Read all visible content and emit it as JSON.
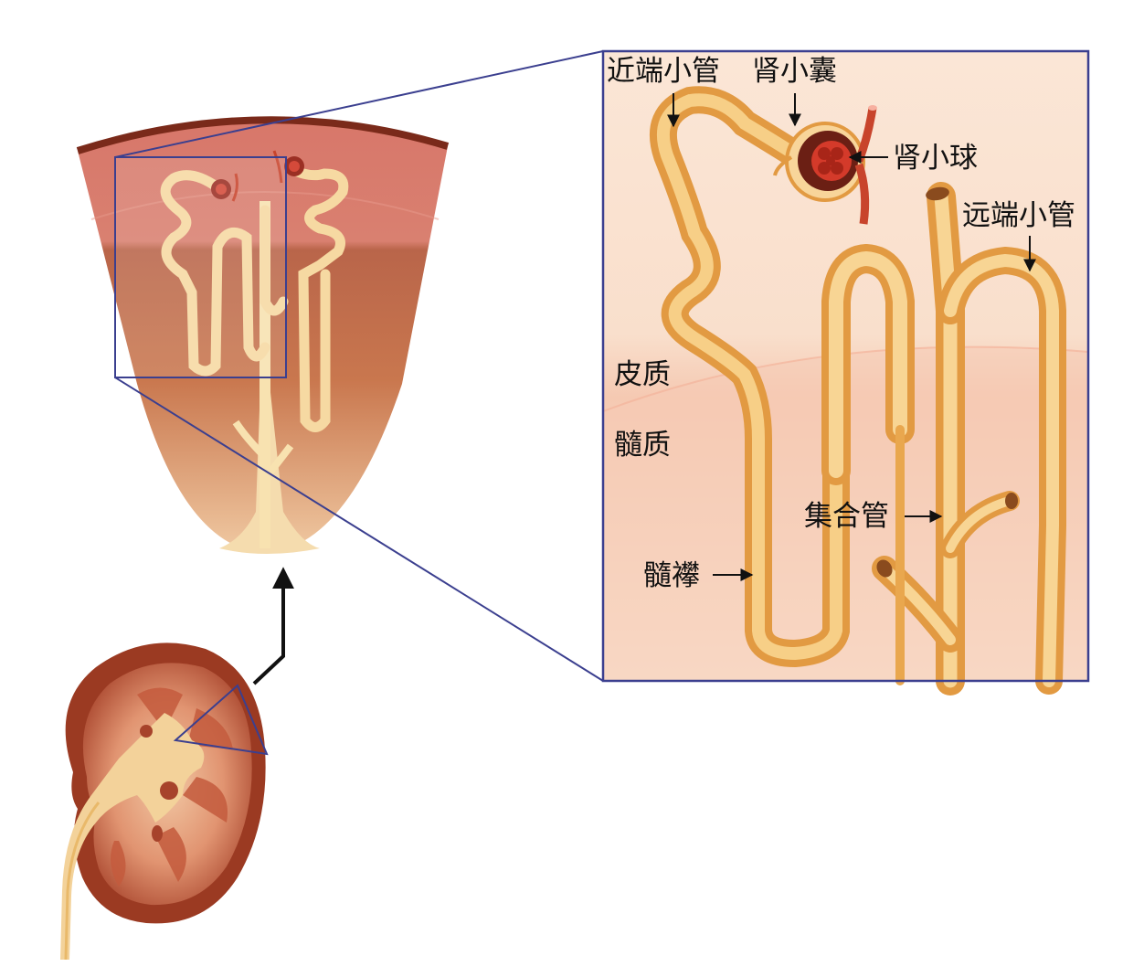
{
  "labels": {
    "proximal_tubule": "近端小管",
    "renal_capsule": "肾小囊",
    "glomerulus": "肾小球",
    "distal_tubule": "远端小管",
    "cortex": "皮质",
    "medulla": "髓质",
    "collecting_duct": "集合管",
    "loop_of_henle": "髓襻"
  },
  "colors": {
    "frame": "#3b3f8f",
    "tubule": "#e9a74e",
    "tubule_light": "#f6d79a",
    "cortex": "#f9e0cc",
    "medulla": "#f3c3a8",
    "kidney_outer": "#9b3a22",
    "kidney_inner": "#c86a4a",
    "vessel": "#c8442c",
    "arrow": "#111111"
  }
}
